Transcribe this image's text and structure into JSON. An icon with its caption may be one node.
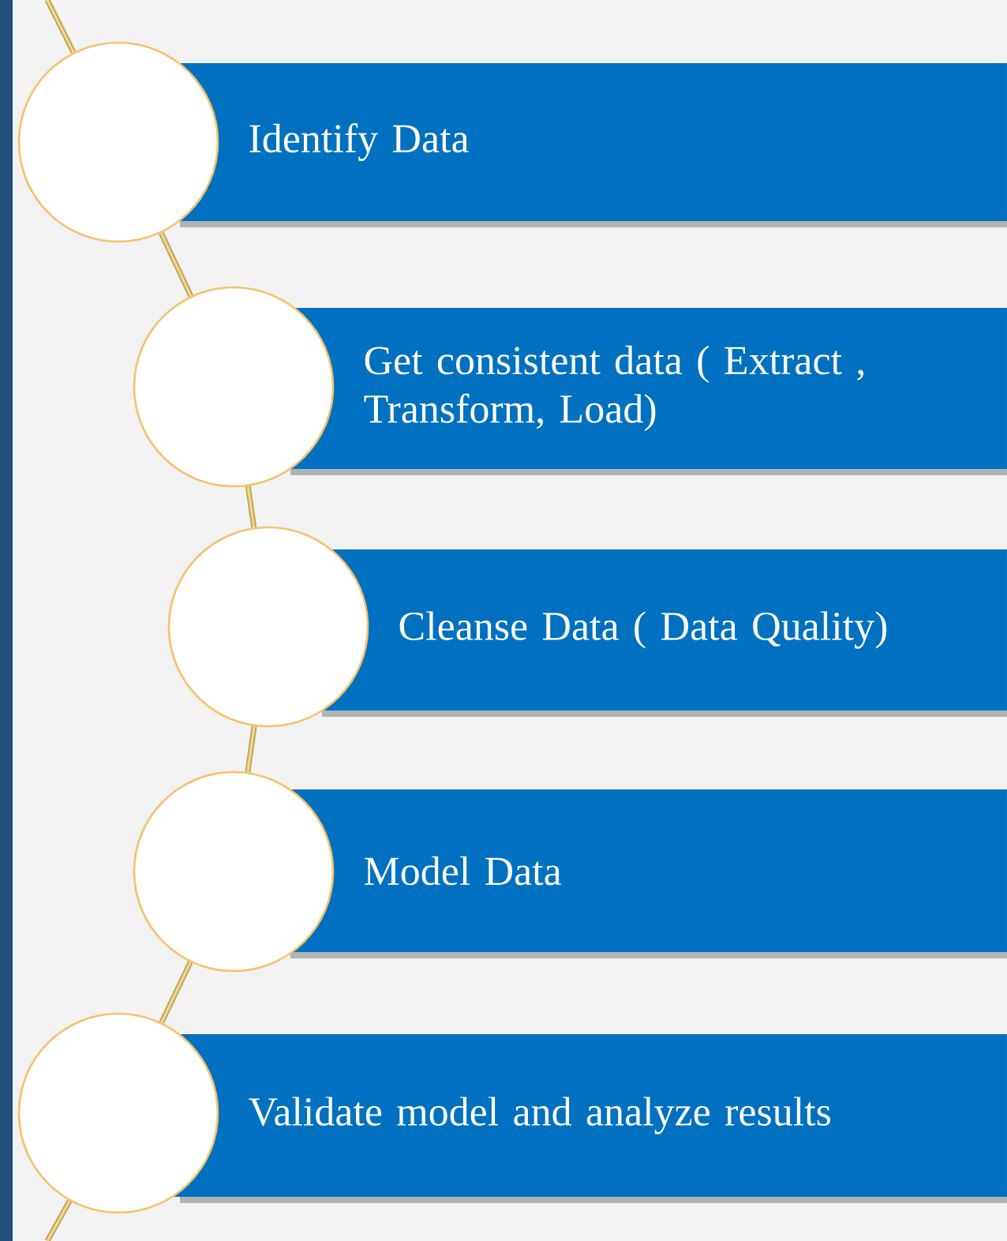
{
  "diagram": {
    "nodes": [
      {
        "text": [],
        "shape": "circle"
      },
      {
        "text": [
          "Identify Data"
        ]
      },
      {
        "text": [],
        "shape": "circle"
      },
      {
        "text": [
          "Get consistent data ( Extract , Transform, Load)"
        ]
      },
      {
        "text": [],
        "shape": "circle"
      },
      {
        "text": [
          "Cleanse Data ( Data Quality)"
        ]
      },
      {
        "text": [],
        "shape": "circle"
      },
      {
        "text": [
          "Model Data"
        ]
      },
      {
        "text": [],
        "shape": "circle"
      },
      {
        "text": [
          "Validate model and analyze results"
        ]
      }
    ],
    "edges": [
      {
        "from": null,
        "to": 0,
        "arrow": "none"
      },
      {
        "from": 0,
        "to": 2,
        "arrow": "none"
      },
      {
        "from": 2,
        "to": 4,
        "arrow": "none"
      },
      {
        "from": 4,
        "to": 6,
        "arrow": "none"
      },
      {
        "from": 6,
        "to": 8,
        "arrow": "none"
      },
      {
        "from": 8,
        "to": null,
        "arrow": "none"
      }
    ]
  }
}
